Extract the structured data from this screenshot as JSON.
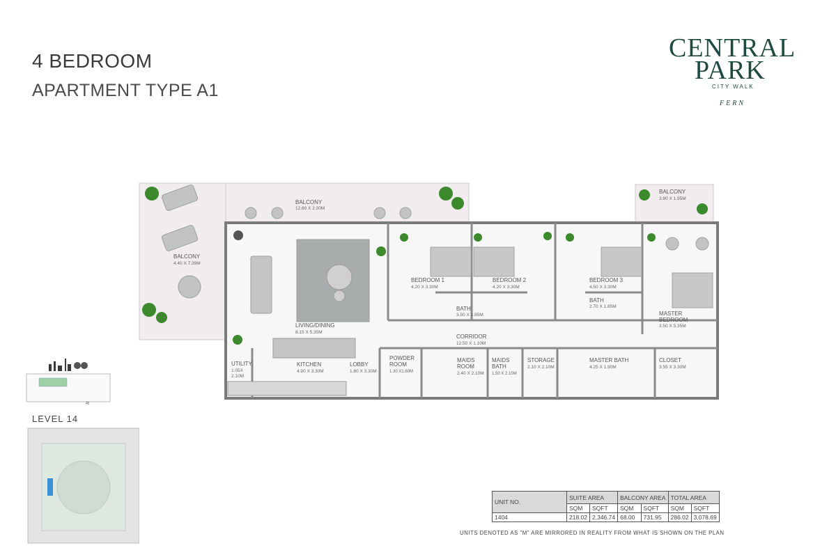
{
  "header": {
    "title": "4 BEDROOM",
    "subtitle": "APARTMENT TYPE A1"
  },
  "logo": {
    "line1": "CENTRAL",
    "line2": "PARK",
    "line3": "CITY WALK",
    "line4": "FERN",
    "color": "#1f4a40"
  },
  "rooms": {
    "balcony_top": {
      "name": "BALCONY",
      "size": "12.60 X 2.00M"
    },
    "balcony_left": {
      "name": "BALCONY",
      "size": "4.40 X 7.39M"
    },
    "balcony_right": {
      "name": "BALCONY",
      "size": "3.90 X 1.95M"
    },
    "living": {
      "name": "LIVING/DINING",
      "size": "8.15 X 5.35M"
    },
    "bedroom1": {
      "name": "BEDROOM 1",
      "size": "4.20 X 3.30M"
    },
    "bedroom2": {
      "name": "BEDROOM 2",
      "size": "4.20 X 3.30M"
    },
    "bedroom3": {
      "name": "BEDROOM 3",
      "size": "4.50 X 3.30M"
    },
    "bath1": {
      "name": "BATH",
      "size": "3.50 X 1.85M"
    },
    "bath2": {
      "name": "BATH",
      "size": "2.70 X 1.85M"
    },
    "master_bedroom": {
      "name1": "MASTER",
      "name2": "BEDROOM",
      "size": "3.50 X 5.35M"
    },
    "corridor": {
      "name": "CORRIDOR",
      "size": "12.50 X 1.10M"
    },
    "utility": {
      "name": "UTILITY",
      "size1": "1.05X",
      "size2": "2.10M"
    },
    "kitchen": {
      "name": "KITCHEN",
      "size": "4.90 X 3.30M"
    },
    "lobby": {
      "name": "LOBBY",
      "size": "1.80 X 3.30M"
    },
    "powder": {
      "name1": "POWDER",
      "name2": "ROOM",
      "size": "1.30 X1.60M"
    },
    "maids_room": {
      "name1": "MAIDS",
      "name2": "ROOM",
      "size": "2.40 X 2.10M"
    },
    "maids_bath": {
      "name1": "MAIDS",
      "name2": "BATH",
      "size": "1.50 X 2.10M"
    },
    "storage": {
      "name": "STORAGE",
      "size": "2.10 X 2.10M"
    },
    "master_bath": {
      "name": "MASTER BATH",
      "size": "4.25 X 1.90M"
    },
    "closet": {
      "name": "CLOSET",
      "size": "3.55 X 3.30M"
    }
  },
  "key_plan": {
    "level_label": "LEVEL  14"
  },
  "area_table": {
    "unit_header": "UNIT NO.",
    "suite_header": "SUITE AREA",
    "balcony_header": "BALCONY AREA",
    "total_header": "TOTAL AREA",
    "sqm": "SQM",
    "sqft": "SQFT",
    "unit": "1404",
    "suite_sqm": "218.02",
    "suite_sqft": "2,346.74",
    "balcony_sqm": "68.00",
    "balcony_sqft": "731.95",
    "total_sqm": "286.02",
    "total_sqft": "3,078.69"
  },
  "footnote": "UNITS DENOTED AS \"M\" ARE MIRRORED IN REALITY FROM WHAT IS SHOWN ON THE PLAN",
  "colors": {
    "wall": "#7a7a7a",
    "balcony_fill": "#f1eced",
    "furniture": "#b9bcbc",
    "plant": "#3d8a2e",
    "table_header": "#d9d9d9"
  }
}
